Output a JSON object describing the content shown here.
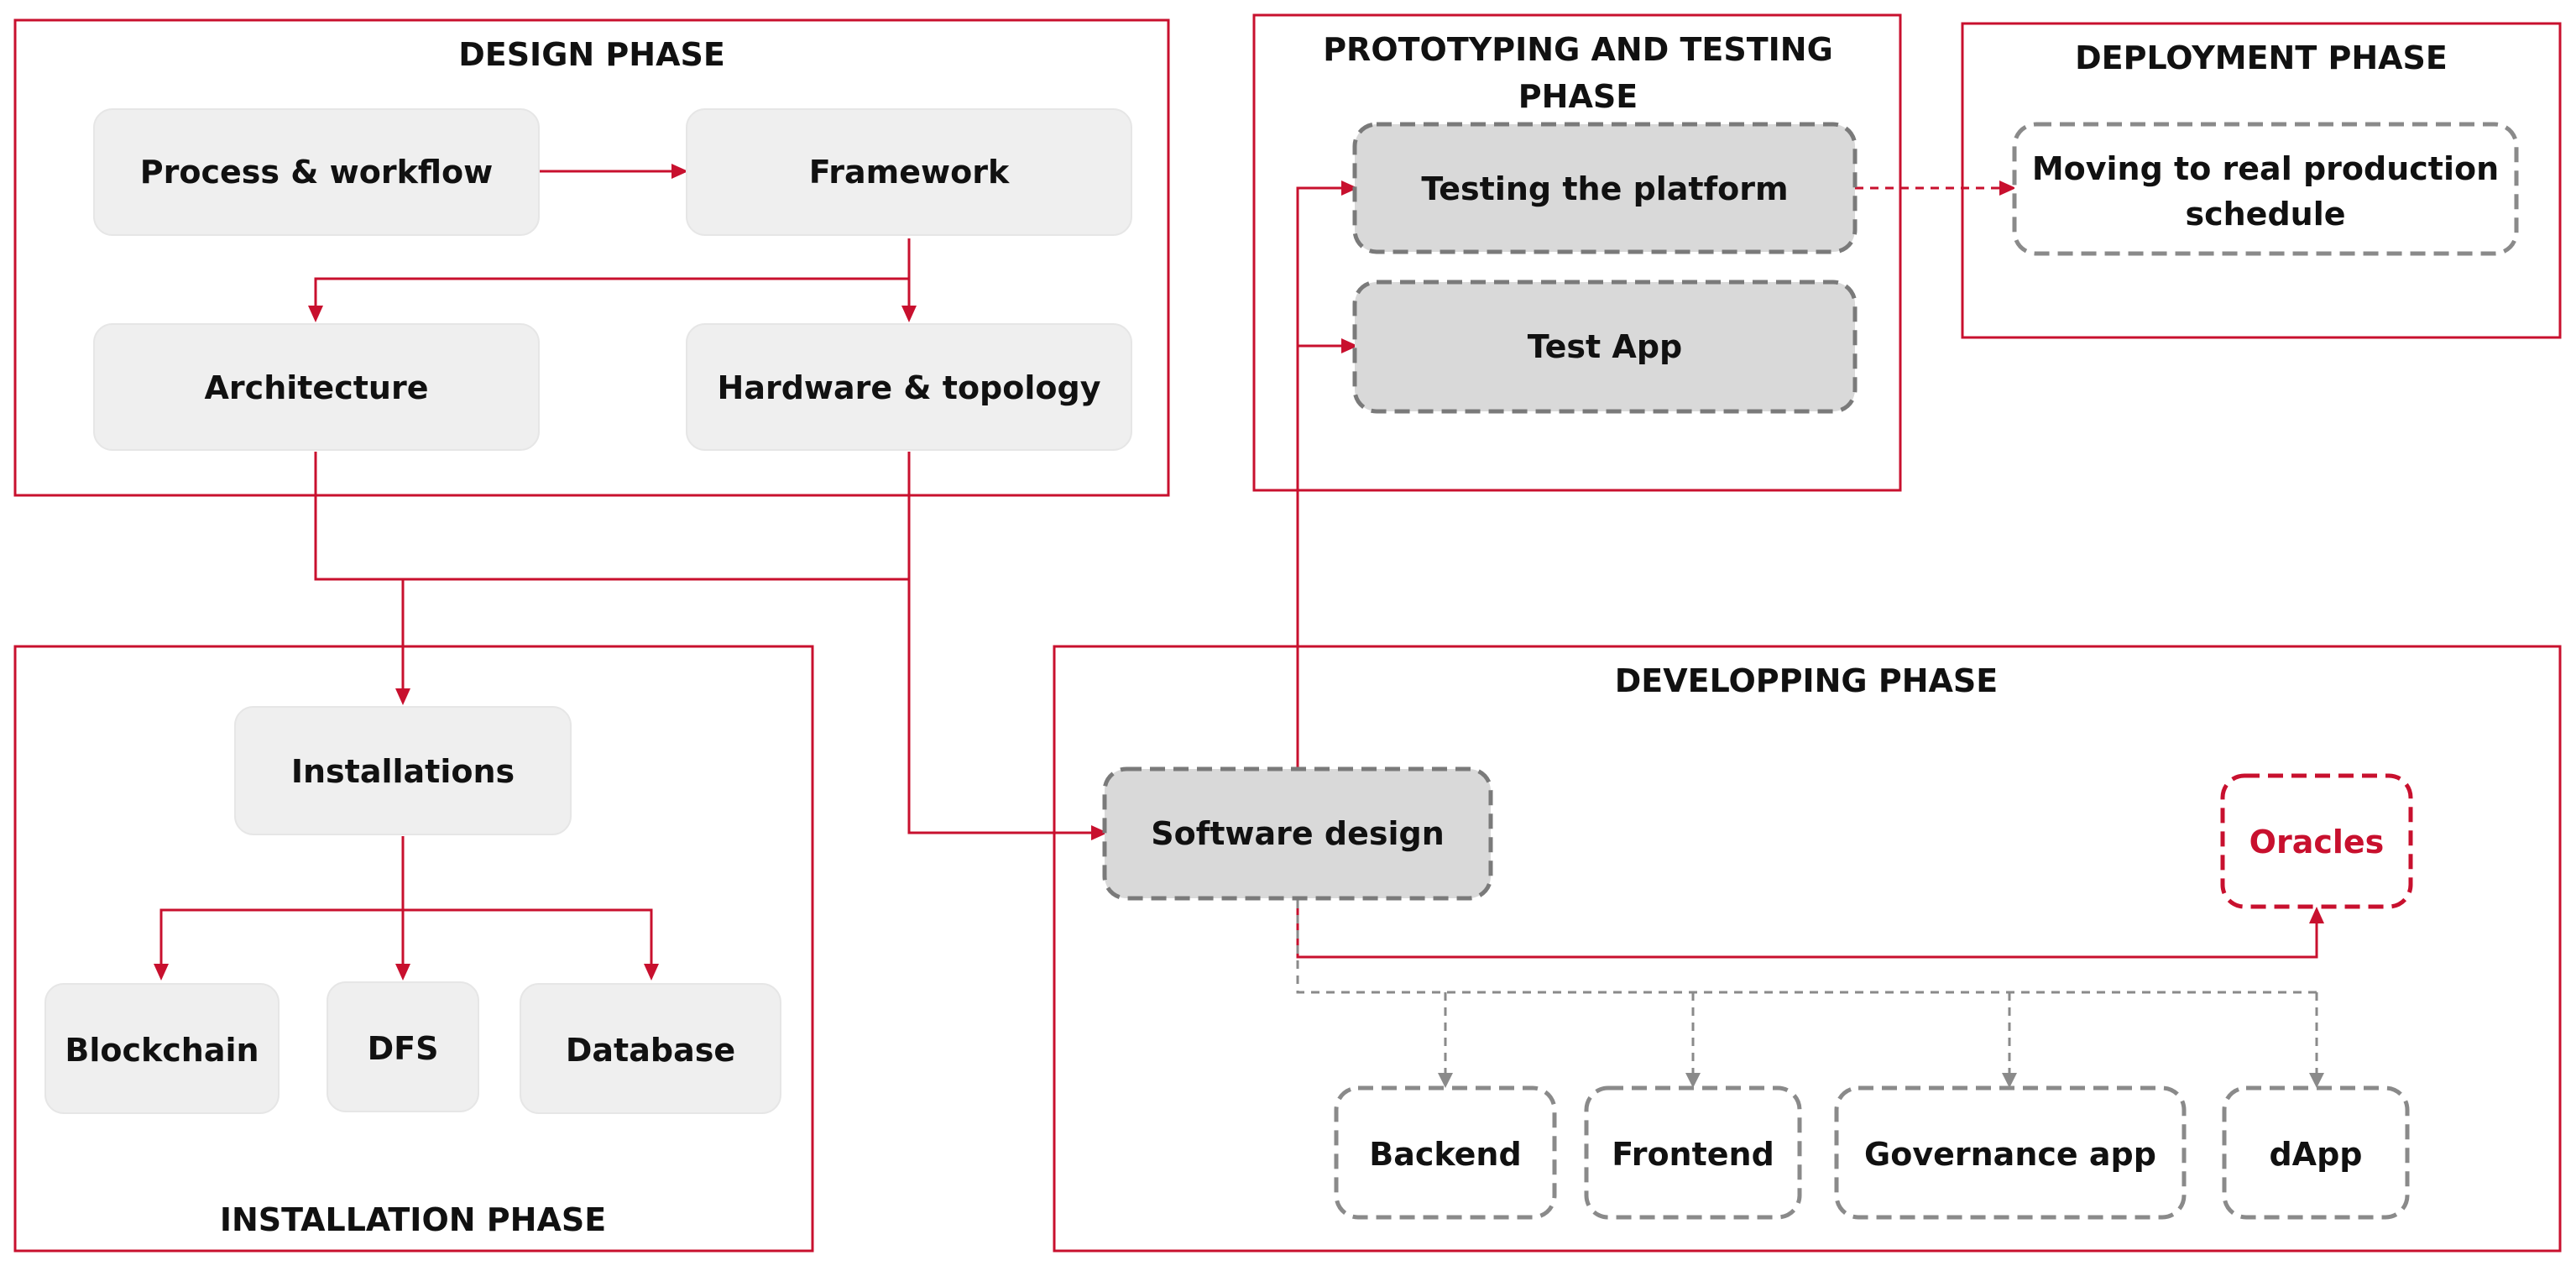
{
  "phases": {
    "design": "DESIGN PHASE",
    "prototyping": [
      "PROTOTYPING AND TESTING",
      "PHASE"
    ],
    "deployment": "DEPLOYMENT PHASE",
    "installation": "INSTALLATION PHASE",
    "developing": "DEVELOPPING PHASE"
  },
  "nodes": {
    "process_workflow": "Process & workflow",
    "framework": "Framework",
    "architecture": "Architecture",
    "hardware_topology": "Hardware & topology",
    "installations": "Installations",
    "blockchain": "Blockchain",
    "dfs": "DFS",
    "database": "Database",
    "testing_platform": "Testing the platform",
    "test_app": "Test App",
    "moving_production": [
      "Moving to real production",
      "schedule"
    ],
    "software_design": "Software design",
    "oracles": "Oracles",
    "backend": "Backend",
    "frontend": "Frontend",
    "governance_app": "Governance app",
    "dapp": "dApp"
  },
  "colors": {
    "accent": "#c8102e",
    "node_fill": "#efefef",
    "dashed_node_fill": "#d9d9d9",
    "dashed_border": "#8a8a8a"
  }
}
